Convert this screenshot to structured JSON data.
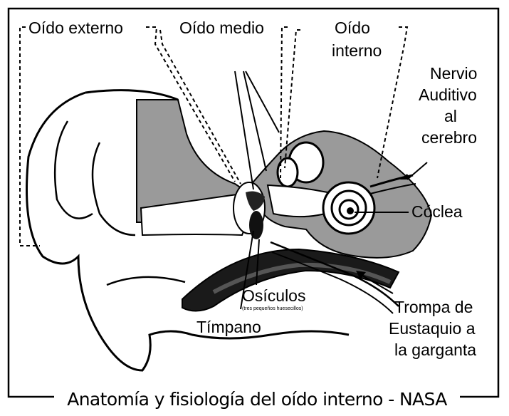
{
  "labels": {
    "outer_ear": "Oído externo",
    "middle_ear": "Oído medio",
    "inner_ear_line1": "Oído",
    "inner_ear_line2": "interno",
    "nerve_line1": "Nervio",
    "nerve_line2": "Auditivo",
    "nerve_line3": "al",
    "nerve_line4": "cerebro",
    "cochlea": "Cóclea",
    "ossicles": "Osículos",
    "ossicles_note": "(tres pequeños huesecillos)",
    "eardrum": "Tímpano",
    "eustachian_line1": "Trompa de",
    "eustachian_line2": "Eustaquio a",
    "eustachian_line3": "la garganta"
  },
  "caption": "Anatomía y fisiología del oído interno - NASA"
}
